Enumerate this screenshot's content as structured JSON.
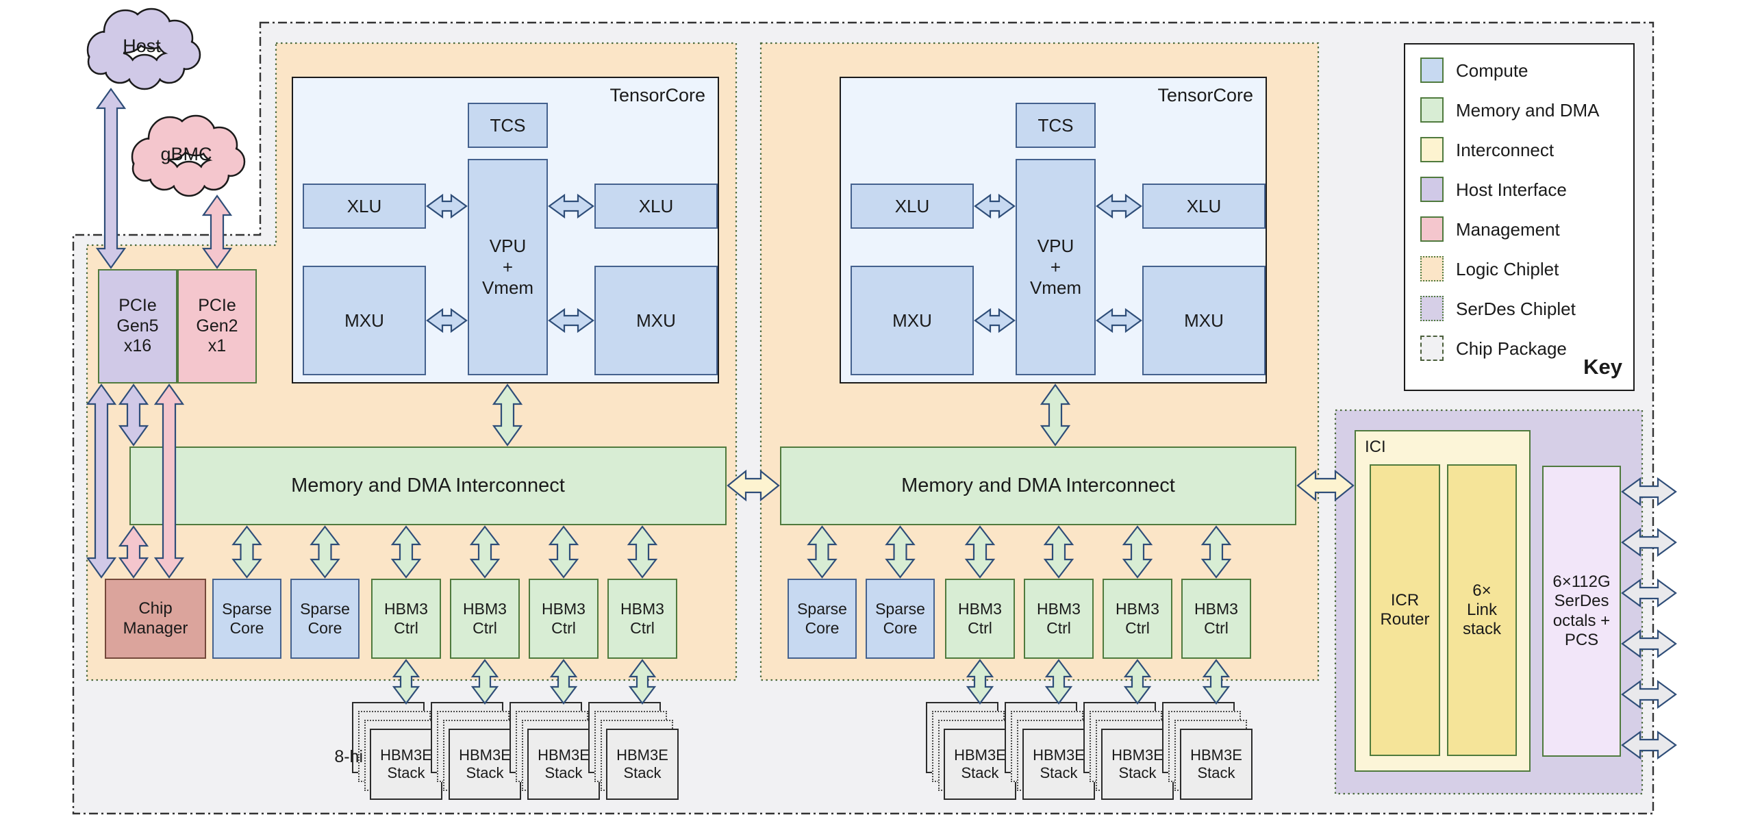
{
  "colors": {
    "compute": "#c7d9f1",
    "memory_dma": "#d8edd4",
    "interconnect": "#fdf3d0",
    "host_interface": "#d0c9e7",
    "management": "#f4c6cd",
    "logic_chiplet": "#fbe5c7",
    "serdes_chiplet": "#d6cfe7",
    "chip_package": "#f1f1f3",
    "chip_manager": "#dba49c",
    "ici_outer": "#fcf5d8",
    "ici_inner": "#f5e499",
    "serdes_block": "#f2e6f9",
    "tensorcore_bg": "#edf4fd",
    "hbm_stack": "#ededed",
    "io_arrow": "#e9e9ec"
  },
  "clouds": {
    "host": "Host",
    "gbmc": "gBMC"
  },
  "labels": {
    "pcie_gen5": [
      "PCIe",
      "Gen5",
      "x16"
    ],
    "pcie_gen2": [
      "PCIe",
      "Gen2",
      "x1"
    ],
    "chip_manager": [
      "Chip",
      "Manager"
    ],
    "sparse_core": [
      "Sparse",
      "Core"
    ],
    "hbm3_ctrl": [
      "HBM3",
      "Ctrl"
    ],
    "hbm3e_stack": [
      "HBM3E",
      "Stack"
    ],
    "stack_height": "8-hi",
    "interconnect": "Memory and DMA Interconnect",
    "tensorcore": "TensorCore",
    "tcs": "TCS",
    "xlu": "XLU",
    "vpu_vmem": [
      "VPU",
      "+",
      "Vmem"
    ],
    "mxu": "MXU",
    "ici": "ICI",
    "icr_router": [
      "ICR",
      "Router"
    ],
    "link_stack": [
      "6×",
      "Link",
      "stack"
    ],
    "serdes_octals": [
      "6×112G",
      "SerDes",
      "octals +",
      "PCS"
    ]
  },
  "rows": {
    "chiplet1": [
      "sparse_core",
      "sparse_core",
      "hbm3_ctrl",
      "hbm3_ctrl",
      "hbm3_ctrl",
      "hbm3_ctrl"
    ],
    "chiplet2": [
      "sparse_core",
      "sparse_core",
      "hbm3_ctrl",
      "hbm3_ctrl",
      "hbm3_ctrl",
      "hbm3_ctrl"
    ]
  },
  "hbm_stacks": {
    "count": 8
  },
  "io": {
    "serdes_arrow_count": 6
  },
  "key": {
    "title": "Key",
    "items": [
      {
        "label": "Compute",
        "swatch": "compute",
        "border": "solid"
      },
      {
        "label": "Memory and DMA",
        "swatch": "memory_dma",
        "border": "solid"
      },
      {
        "label": "Interconnect",
        "swatch": "interconnect",
        "border": "solid"
      },
      {
        "label": "Host Interface",
        "swatch": "host_interface",
        "border": "solid"
      },
      {
        "label": "Management",
        "swatch": "management",
        "border": "solid"
      },
      {
        "label": "Logic Chiplet",
        "swatch": "logic_chiplet",
        "border": "dotted"
      },
      {
        "label": "SerDes Chiplet",
        "swatch": "serdes_chiplet",
        "border": "dotted"
      },
      {
        "label": "Chip Package",
        "swatch": "chip_package",
        "border": "dashdot"
      }
    ]
  }
}
